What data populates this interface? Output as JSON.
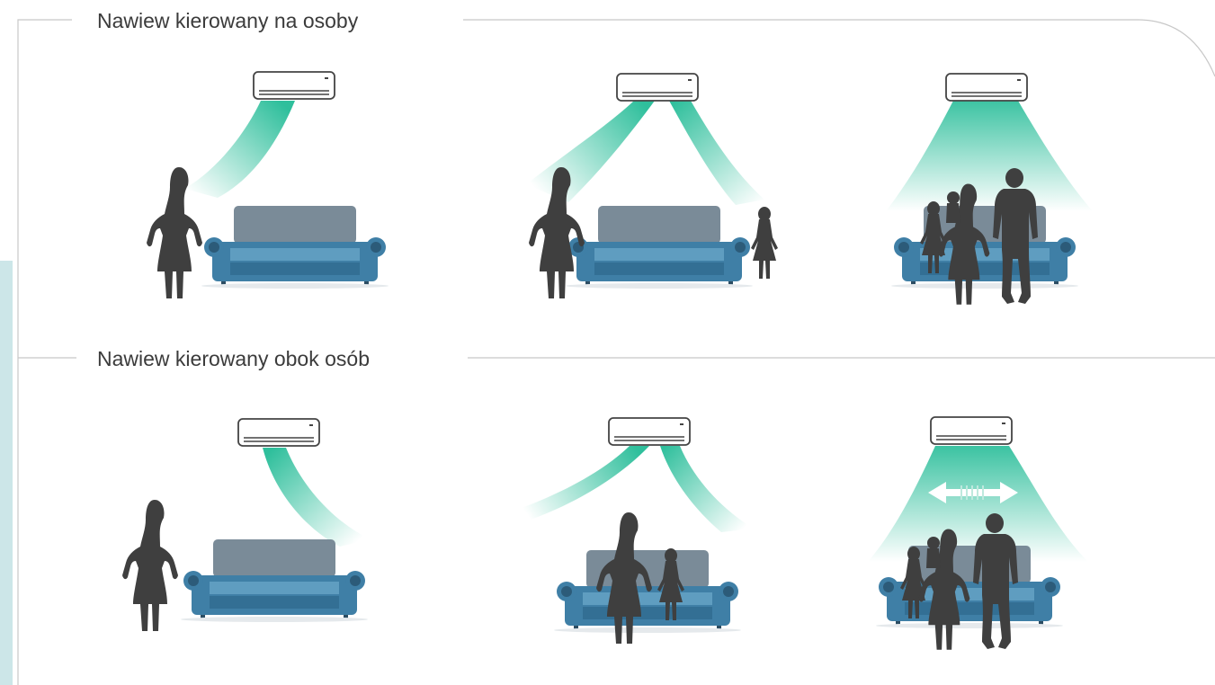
{
  "sections": [
    {
      "label": "Nawiew kierowany na osoby"
    },
    {
      "label": "Nawiew kierowany obok osób"
    }
  ],
  "colors": {
    "frame_line": "#c8c8c8",
    "accent_strip": "#cce6e8",
    "airflow": "#2fbf9c",
    "silhouette": "#3f3f3f",
    "sofa_back": "#7a8b98",
    "sofa_body": "#3f7fa6",
    "sofa_seat": "#5f9dc0"
  },
  "icons": [
    "air-conditioner-icon",
    "airflow-stream",
    "woman-silhouette",
    "child-silhouette",
    "family-silhouette",
    "sofa-icon",
    "horizontal-swing-arrow-icon"
  ]
}
